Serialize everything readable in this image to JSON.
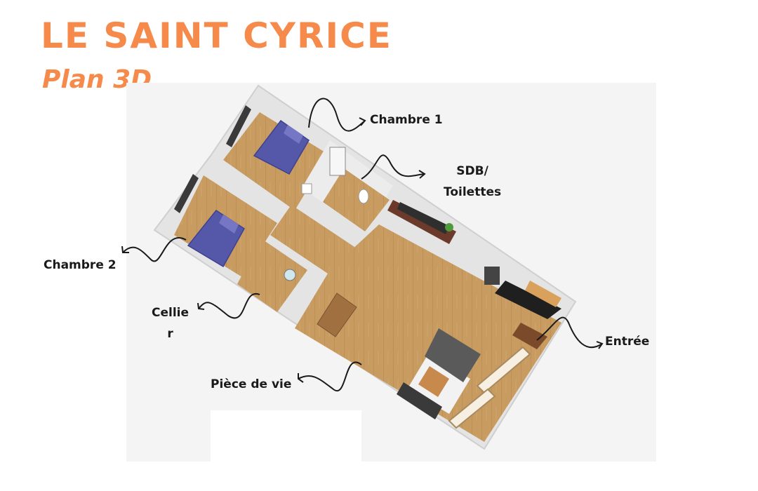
{
  "header": {
    "title": "LE SAINT CYRICE",
    "subtitle": "Plan 3D"
  },
  "labels": {
    "chambre1": "Chambre 1",
    "sdb_line1": "SDB/",
    "sdb_line2": "Toilettes",
    "chambre2": "Chambre 2",
    "cellier_line1": "Cellie",
    "cellier_line2": "r",
    "entree": "Entrée",
    "piece_de_vie": "Pièce de vie"
  },
  "colors": {
    "title": "#f58a4b",
    "floor_wood": "#c89b60",
    "bed_cover": "#5557a8",
    "wall": "#e9e9e9"
  }
}
